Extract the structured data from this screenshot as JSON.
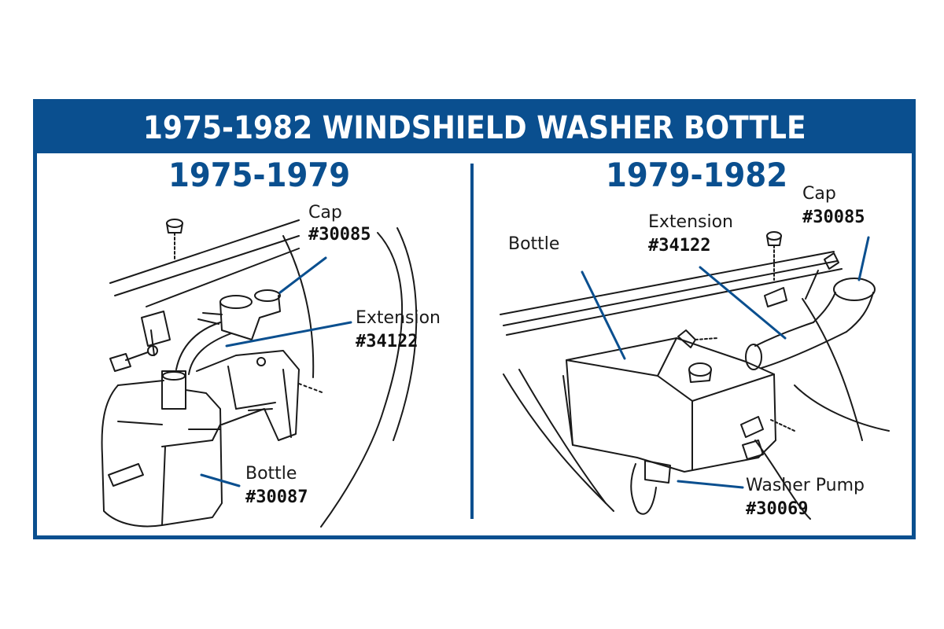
{
  "title": "1975-1982 WINDSHIELD WASHER BOTTLE",
  "left": {
    "heading": "1975-1979",
    "cap": {
      "name": "Cap",
      "part": "#30085"
    },
    "extension": {
      "name": "Extension",
      "part": "#34122"
    },
    "bottle": {
      "name": "Bottle",
      "part": "#30087"
    }
  },
  "right": {
    "heading": "1979-1982",
    "bottle": {
      "name": "Bottle"
    },
    "extension": {
      "name": "Extension",
      "part": "#34122"
    },
    "cap": {
      "name": "Cap",
      "part": "#30085"
    },
    "pump": {
      "name": "Washer Pump",
      "part": "#30069"
    }
  },
  "colors": {
    "accent": "#0a4f8f",
    "leader": "#0a4f8f",
    "line_art": "#1a1a1a"
  }
}
